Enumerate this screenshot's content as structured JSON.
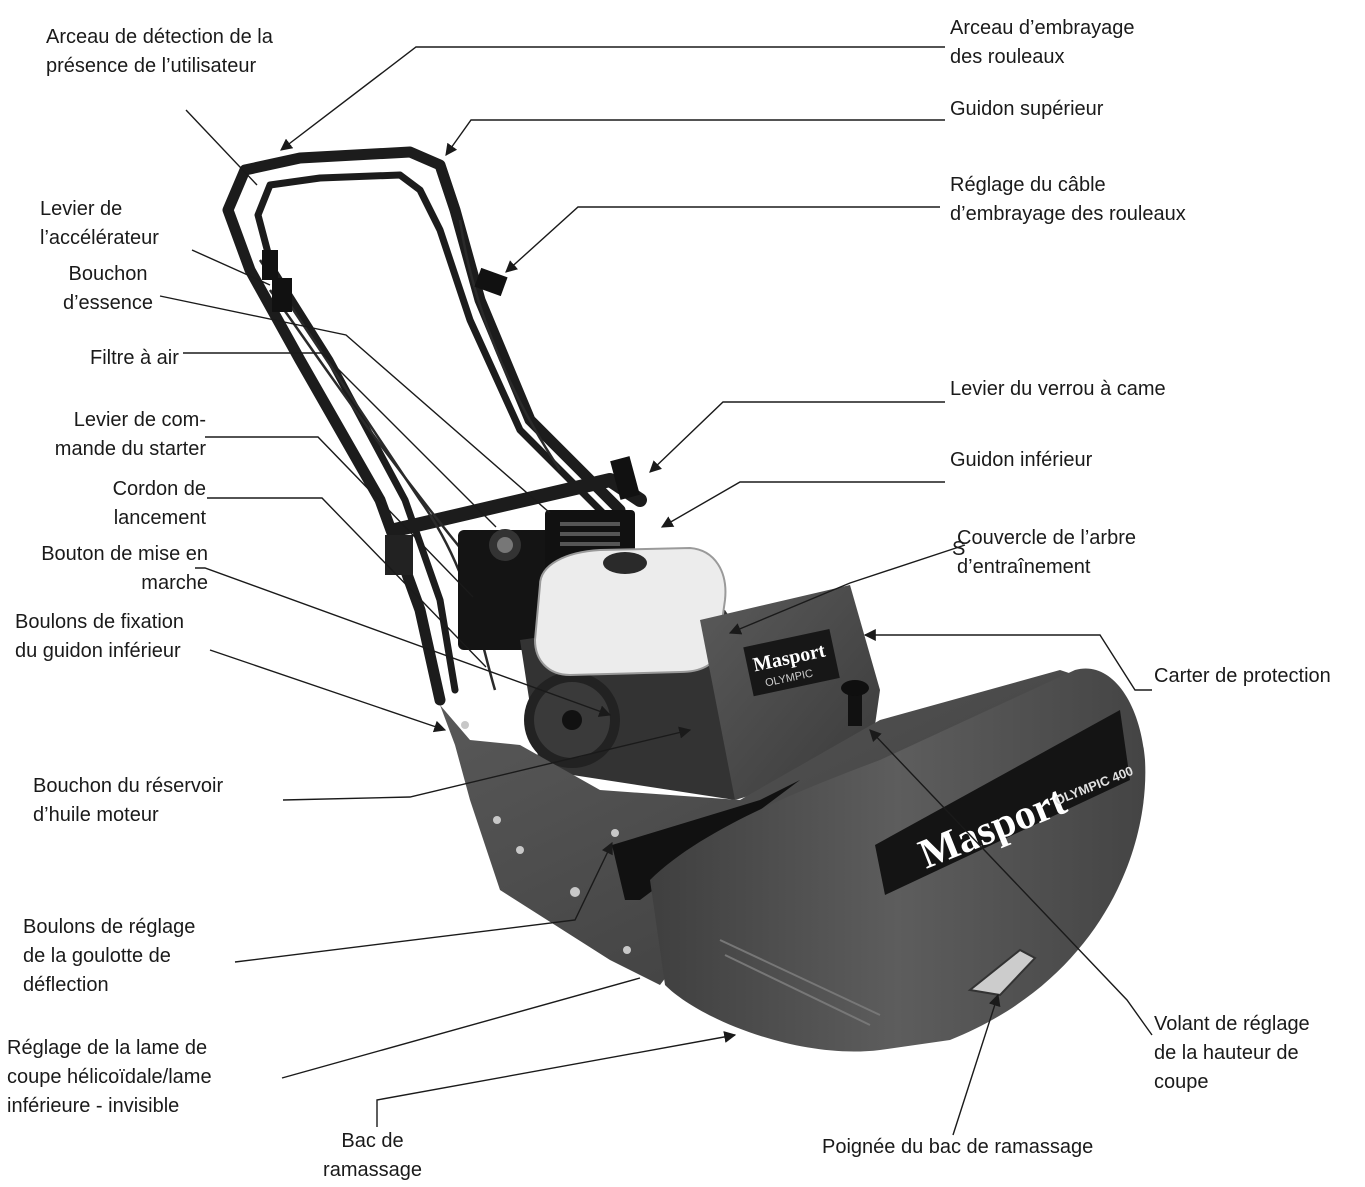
{
  "brand": {
    "logo_engine": "Masport",
    "sub_engine": "OLYMPIC",
    "logo_catcher": "Masport",
    "sub_catcher": "OLYMPIC 400"
  },
  "labels": {
    "presence_bail": [
      "Arceau de détection de la",
      "présence de l’utilisateur"
    ],
    "reel_bail": [
      "Arceau d’embrayage",
      "des rouleaux"
    ],
    "upper_handle": [
      "Guidon supérieur"
    ],
    "reel_cable": [
      "Réglage du câble",
      "d’embrayage des rouleaux"
    ],
    "throttle": [
      "Levier de",
      "l’accélérateur"
    ],
    "fuel_cap": [
      "Bouchon",
      "d’essence"
    ],
    "air_filter": [
      "Filtre à air"
    ],
    "cam_lock": [
      "Levier du verrou à came"
    ],
    "choke": [
      "Levier de com-",
      "mande du starter"
    ],
    "lower_handle": [
      "Guidon inférieur"
    ],
    "starter_cord": [
      "Cordon de",
      "lancement"
    ],
    "drive_cover": [
      "Couvercle de l’arbre",
      "d’entraînement"
    ],
    "on_switch": [
      "Bouton de mise en",
      "marche"
    ],
    "lower_handle_bolts": [
      "Boulons de fixation",
      "du guidon inférieur"
    ],
    "guard": [
      "Carter de protection"
    ],
    "oil_cap": [
      "Bouchon du réservoir",
      "d’huile moteur"
    ],
    "chute_bolts": [
      "Boulons de réglage",
      "de la goulotte de",
      "déflection"
    ],
    "height_wheel": [
      "Volant de réglage",
      "de la hauteur de",
      "coupe"
    ],
    "blade_adjust": [
      "Réglage de la lame de",
      "coupe hélicoïdale/lame",
      "inférieure - invisible"
    ],
    "catcher": [
      "Bac de",
      "ramassage"
    ],
    "catcher_handle": [
      "Poignée du bac de ramassage"
    ],
    "stray_mark": "S"
  },
  "colors": {
    "ink": "#1a1a1a",
    "body": "#4a4a4a",
    "engine": "#1e1e1e",
    "tank": "#ececec"
  }
}
